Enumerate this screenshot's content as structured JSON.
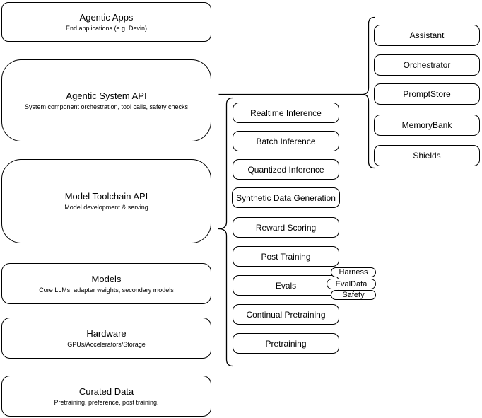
{
  "diagram": {
    "colors": {
      "background": "#ffffff",
      "shape_fill": "#ffffff",
      "stroke": "#000000",
      "text": "#000000"
    },
    "left_stack": [
      {
        "title": "Agentic Apps",
        "subtitle": "End applications (e.g. Devin)"
      },
      {
        "title": "Agentic System API",
        "subtitle": "System component orchestration, tool calls, safety checks"
      },
      {
        "title": "Model Toolchain API",
        "subtitle": "Model development & serving"
      },
      {
        "title": "Models",
        "subtitle": "Core LLMs, adapter weights, secondary models"
      },
      {
        "title": "Hardware",
        "subtitle": "GPUs/Accelerators/Storage"
      },
      {
        "title": "Curated Data",
        "subtitle": "Pretraining, preference, post training."
      }
    ],
    "toolchain_items": [
      {
        "label": "Realtime Inference"
      },
      {
        "label": "Batch Inference"
      },
      {
        "label": "Quantized Inference"
      },
      {
        "label": "Synthetic Data Generation"
      },
      {
        "label": "Reward Scoring"
      },
      {
        "label": "Post Training"
      },
      {
        "label": "Evals"
      },
      {
        "label": "Continual Pretraining"
      },
      {
        "label": "Pretraining"
      }
    ],
    "evals_tags": [
      {
        "label": "Harness"
      },
      {
        "label": "EvalData"
      },
      {
        "label": "Safety"
      }
    ],
    "system_items": [
      {
        "label": "Assistant"
      },
      {
        "label": "Orchestrator"
      },
      {
        "label": "PromptStore"
      },
      {
        "label": "MemoryBank"
      },
      {
        "label": "Shields"
      }
    ]
  }
}
